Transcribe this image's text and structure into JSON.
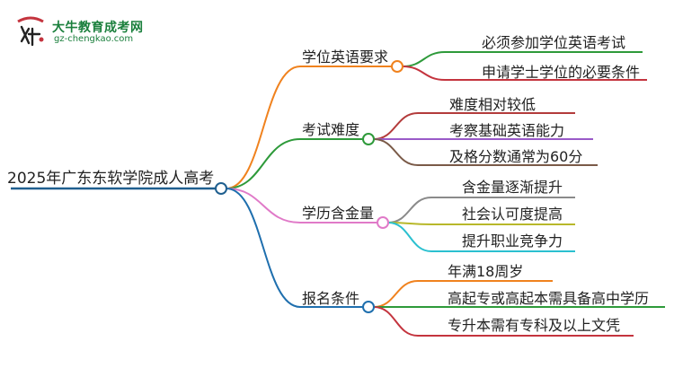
{
  "logo": {
    "title": "大牛教育成考网",
    "url": "gz-chengkao.com",
    "icon": "bull-logo-icon"
  },
  "root": {
    "label": "2025年广东东软学院成人高考",
    "color": "#1f5f8f"
  },
  "branches": [
    {
      "label": "学位英语要求",
      "color": "#f0821e",
      "children": [
        {
          "label": "必须参加学位英语考试",
          "color": "#2e9a3a"
        },
        {
          "label": "申请学士学位的必要条件",
          "color": "#c4343e"
        }
      ]
    },
    {
      "label": "考试难度",
      "color": "#2e9a3a",
      "children": [
        {
          "label": "难度相对较低",
          "color": "#b33b3b"
        },
        {
          "label": "考察基础英语能力",
          "color": "#9a5ac8"
        },
        {
          "label": "及格分数通常为60分",
          "color": "#7a5a48"
        }
      ]
    },
    {
      "label": "学历含金量",
      "color": "#e07ac8",
      "children": [
        {
          "label": "含金量逐渐提升",
          "color": "#8a8a8a"
        },
        {
          "label": "社会认可度提高",
          "color": "#b8b82a"
        },
        {
          "label": "提升职业竞争力",
          "color": "#2bc0d0"
        }
      ]
    },
    {
      "label": "报名条件",
      "color": "#1f6fae",
      "children": [
        {
          "label": "年满18周岁",
          "color": "#f0821e"
        },
        {
          "label": "高起专或高起本需具备高中学历",
          "color": "#2e9a3a"
        },
        {
          "label": "专升本需有专科及以上文凭",
          "color": "#c4343e"
        }
      ]
    }
  ]
}
